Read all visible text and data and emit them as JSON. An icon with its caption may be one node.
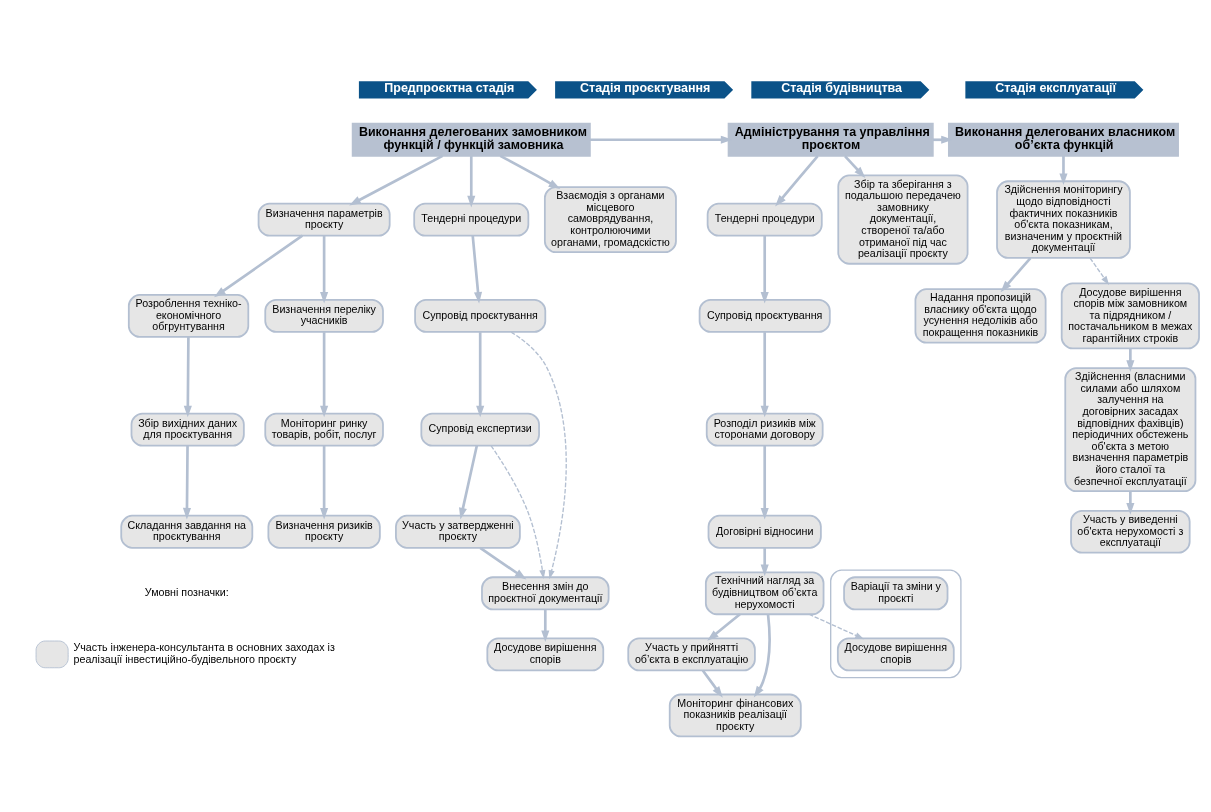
{
  "diagram": {
    "nodes": [
      {
        "text": [
          "Предпроєктна стадія"
        ]
      },
      {
        "text": [
          "Стадія проєктування"
        ]
      },
      {
        "text": [
          "Стадія будівництва"
        ]
      },
      {
        "text": [
          "Стадія експлуатації"
        ]
      },
      {
        "text": [
          "Виконання делегованих замовником функцій / функцій замовника"
        ]
      },
      {
        "text": [
          "Адміністрування та управління проєктом"
        ]
      },
      {
        "text": [
          "Виконання делегованих власником об’єкта функцій"
        ]
      },
      {
        "text": [
          "Визначення параметрів проєкту"
        ]
      },
      {
        "text": [
          "Розроблення техніко-економічного обгрунтування"
        ]
      },
      {
        "text": [
          "Збір вихідних даних для проєктування"
        ]
      },
      {
        "text": [
          "Складання завдання на проєктування"
        ]
      },
      {
        "text": [
          "Визначення переліку учасників"
        ]
      },
      {
        "text": [
          "Моніторинг ринку товарів, робіт, послуг"
        ]
      },
      {
        "text": [
          "Визначення ризиків проєкту"
        ]
      },
      {
        "text": [
          "Тендерні процедури"
        ]
      },
      {
        "text": [
          "Супровід проєктування"
        ]
      },
      {
        "text": [
          "Супровід експертизи"
        ]
      },
      {
        "text": [
          "Участь у затвердженні проєкту"
        ]
      },
      {
        "text": [
          "Внесення змін до проєктної документації"
        ]
      },
      {
        "text": [
          "Досудове вирішення спорів"
        ]
      },
      {
        "text": [
          "Взаємодія з органами місцевого самоврядування, контролюючими органами, громадскістю"
        ]
      },
      {
        "text": [
          "Тендерні процедури"
        ]
      },
      {
        "text": [
          "Супровід проєктування"
        ]
      },
      {
        "text": [
          "Розподіл ризиків між сторонами договору"
        ]
      },
      {
        "text": [
          "Договірні відносини"
        ]
      },
      {
        "text": [
          "Технічний нагляд за будівництвом об’єкта нерухомості"
        ]
      },
      {
        "text": [
          "Участь у прийнятті об’єкта в експлуатацію"
        ]
      },
      {
        "text": [
          "Моніторинг фінансових показників реалізації проєкту"
        ]
      },
      {
        "text": [
          "Збір та зберігання з подальшою передачею замовнику документації, створеної та/або отриманої під час реалізації проєкту"
        ]
      },
      {
        "text": [],
        "shape": "box"
      },
      {
        "text": [
          "Варіації та зміни у проєкті"
        ],
        "in": 29
      },
      {
        "text": [
          "Досудове вирішення спорів"
        ],
        "in": 29
      },
      {
        "text": [
          "Здійснення моніторингу щодо відповідності фактичних показників об'єкта показникам, визначеним у проєктній документації"
        ]
      },
      {
        "text": [
          "Надання пропозицій власнику об'єкта щодо усунення недоліків або покращення показників"
        ]
      },
      {
        "text": [
          "Досудове вирішення спорів між замовником та підрядником / постачальником в межах гарантійних строків"
        ]
      },
      {
        "text": [
          "Здійснення (власними силами або шляхом залучення на договірних засадах відповідних фахівців) періодичних обстежень об'єкта з метою визначення параметрів його сталої та безпечної експлуатації"
        ]
      },
      {
        "text": [
          "Участь у виведенні об'єкта нерухомості з експлуатації"
        ]
      }
    ],
    "edges": [
      {
        "from": 4,
        "to": 5,
        "arrow": "to"
      },
      {
        "from": 5,
        "to": 6,
        "arrow": "to"
      },
      {
        "from": 4,
        "to": 7,
        "arrow": "to"
      },
      {
        "from": 4,
        "to": 14,
        "arrow": "to"
      },
      {
        "from": 4,
        "to": 20,
        "arrow": "to"
      },
      {
        "from": 7,
        "to": 8,
        "arrow": "to"
      },
      {
        "from": 8,
        "to": 9,
        "arrow": "to"
      },
      {
        "from": 9,
        "to": 10,
        "arrow": "to"
      },
      {
        "from": 7,
        "to": 11,
        "arrow": "to"
      },
      {
        "from": 11,
        "to": 12,
        "arrow": "to"
      },
      {
        "from": 12,
        "to": 13,
        "arrow": "to"
      },
      {
        "from": 14,
        "to": 15,
        "arrow": "to"
      },
      {
        "from": 15,
        "to": 16,
        "arrow": "to"
      },
      {
        "from": 16,
        "to": 17,
        "arrow": "to"
      },
      {
        "from": 17,
        "to": 18,
        "arrow": "to"
      },
      {
        "from": 18,
        "to": 19,
        "arrow": "to"
      },
      {
        "from": 15,
        "to": 18,
        "arrow": "to",
        "style": "dashed"
      },
      {
        "from": 16,
        "to": 18,
        "arrow": "to",
        "style": "dashed"
      },
      {
        "from": 5,
        "to": 21,
        "arrow": "to"
      },
      {
        "from": 5,
        "to": 28,
        "arrow": "to"
      },
      {
        "from": 21,
        "to": 22,
        "arrow": "to"
      },
      {
        "from": 22,
        "to": 23,
        "arrow": "to"
      },
      {
        "from": 23,
        "to": 24,
        "arrow": "to"
      },
      {
        "from": 24,
        "to": 25,
        "arrow": "to"
      },
      {
        "from": 25,
        "to": 26,
        "arrow": "to"
      },
      {
        "from": 25,
        "to": 27,
        "arrow": "to"
      },
      {
        "from": 26,
        "to": 27,
        "arrow": "to"
      },
      {
        "from": 25,
        "to": 31,
        "arrow": "to",
        "style": "dashed"
      },
      {
        "from": 6,
        "to": 32,
        "arrow": "to"
      },
      {
        "from": 32,
        "to": 33,
        "arrow": "to"
      },
      {
        "from": 32,
        "to": 34,
        "arrow": "to",
        "style": "dashed"
      },
      {
        "from": 34,
        "to": 35,
        "arrow": "to"
      },
      {
        "from": 35,
        "to": 36,
        "arrow": "to"
      }
    ],
    "labels": [
      "Умовні позначки:"
    ],
    "legend": [
      {
        "text": "Участь інженера-консультанта в основних заходах із реалізації інвестиційно-будівельного проєкту",
        "color": "#e6e6e6"
      }
    ]
  }
}
